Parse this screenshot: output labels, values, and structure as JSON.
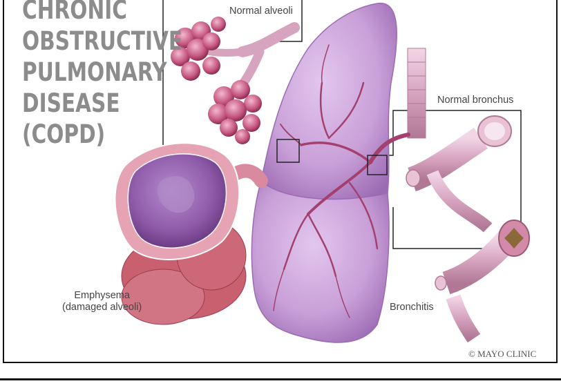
{
  "title_lines": [
    "CHRONIC",
    "OBSTRUCTIVE",
    "PULMONARY",
    "DISEASE",
    "(COPD)"
  ],
  "labels": {
    "normal_alveoli": "Normal alveoli",
    "normal_bronchus": "Normal bronchus",
    "bronchitis": "Bronchitis",
    "emphysema": "Emphysema",
    "emphysema_sub": "(damaged alveoli)"
  },
  "copyright": "© MAYO CLINIC",
  "colors": {
    "title": "#8c8c8c",
    "lung": "#c9a0d8",
    "lung_dark": "#a274b8",
    "vessel": "#a4406e",
    "alveoli": "#c4557e",
    "bronchus": "#d7a4c0",
    "emphysema": "#c96070"
  }
}
